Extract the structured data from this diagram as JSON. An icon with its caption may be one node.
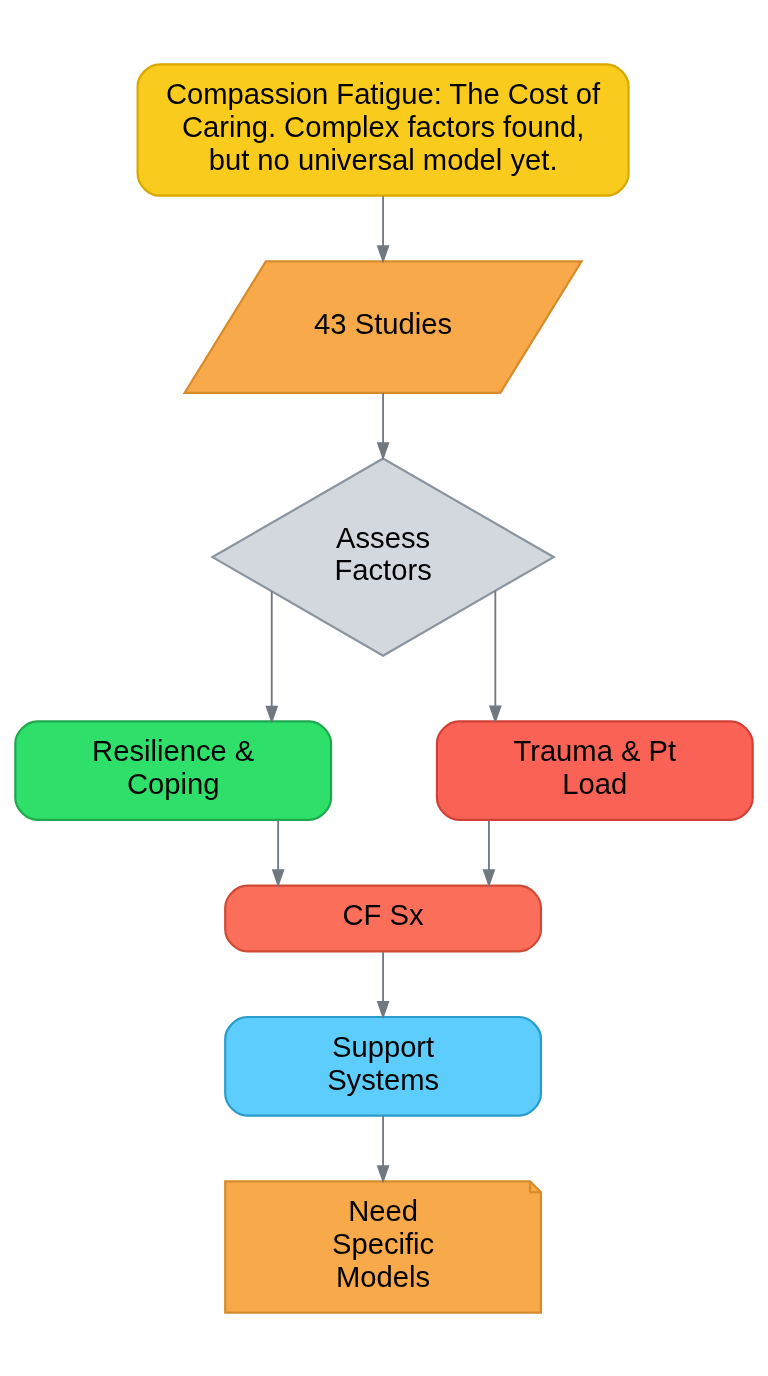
{
  "diagram": {
    "nodes": [
      {
        "text": [
          "Compassion Fatigue: The Cost of Caring. Complex factors found, but no universal model yet."
        ]
      },
      {
        "text": [
          "43 Studies"
        ]
      },
      {
        "text": [
          "Assess Factors"
        ]
      },
      {
        "text": [
          "Resilience & Coping"
        ]
      },
      {
        "text": [
          "Trauma & Pt Load"
        ]
      },
      {
        "text": [
          "CF Sx"
        ]
      },
      {
        "text": [
          "Support Systems"
        ]
      },
      {
        "text": [
          "Need Specific Models"
        ]
      }
    ],
    "edges": [
      {
        "from": 0,
        "to": 1,
        "arrow": "to"
      },
      {
        "from": 1,
        "to": 2,
        "arrow": "to"
      },
      {
        "from": 2,
        "to": 3,
        "arrow": "to"
      },
      {
        "from": 2,
        "to": 4,
        "arrow": "to"
      },
      {
        "from": 3,
        "to": 5,
        "arrow": "to"
      },
      {
        "from": 4,
        "to": 5,
        "arrow": "to"
      },
      {
        "from": 5,
        "to": 6,
        "arrow": "to"
      },
      {
        "from": 6,
        "to": 7,
        "arrow": "to"
      }
    ]
  }
}
